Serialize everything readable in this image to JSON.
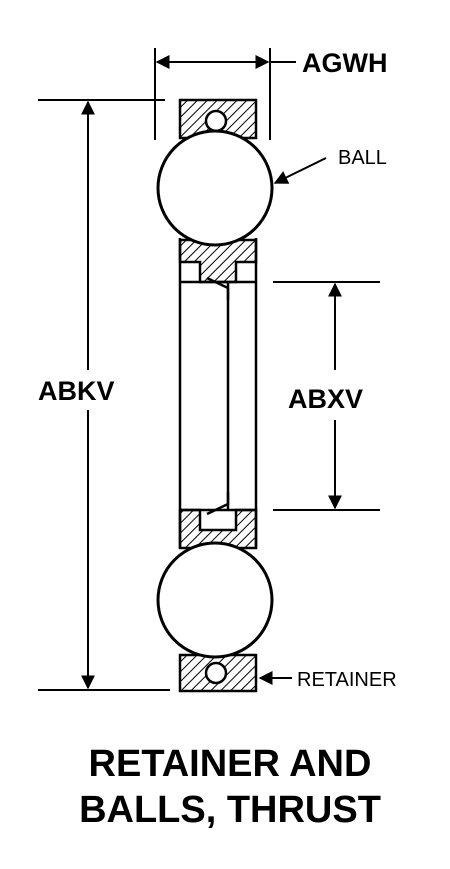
{
  "labels": {
    "agwh": "AGWH",
    "abkv": "ABKV",
    "abxv": "ABXV",
    "ball": "BALL",
    "retainer": "RETAINER"
  },
  "caption": {
    "line1": "RETAINER AND",
    "line2": "BALLS, THRUST"
  }
}
